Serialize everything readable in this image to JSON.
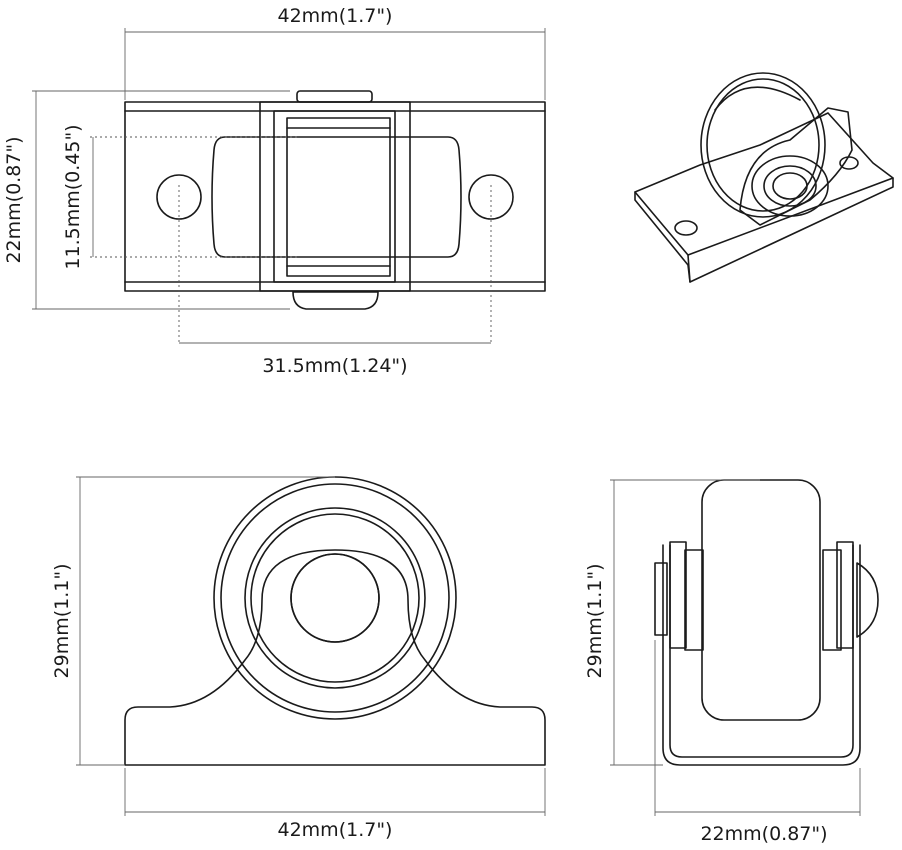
{
  "dimensions": {
    "top_width": "42mm(1.7\")",
    "top_height": "22mm(0.87\")",
    "top_inner_height": "11.5mm(0.45\")",
    "top_hole_spacing": "31.5mm(1.24\")",
    "front_height": "29mm(1.1\")",
    "front_width": "42mm(1.7\")",
    "side_height": "29mm(1.1\")",
    "side_width": "22mm(0.87\")"
  }
}
